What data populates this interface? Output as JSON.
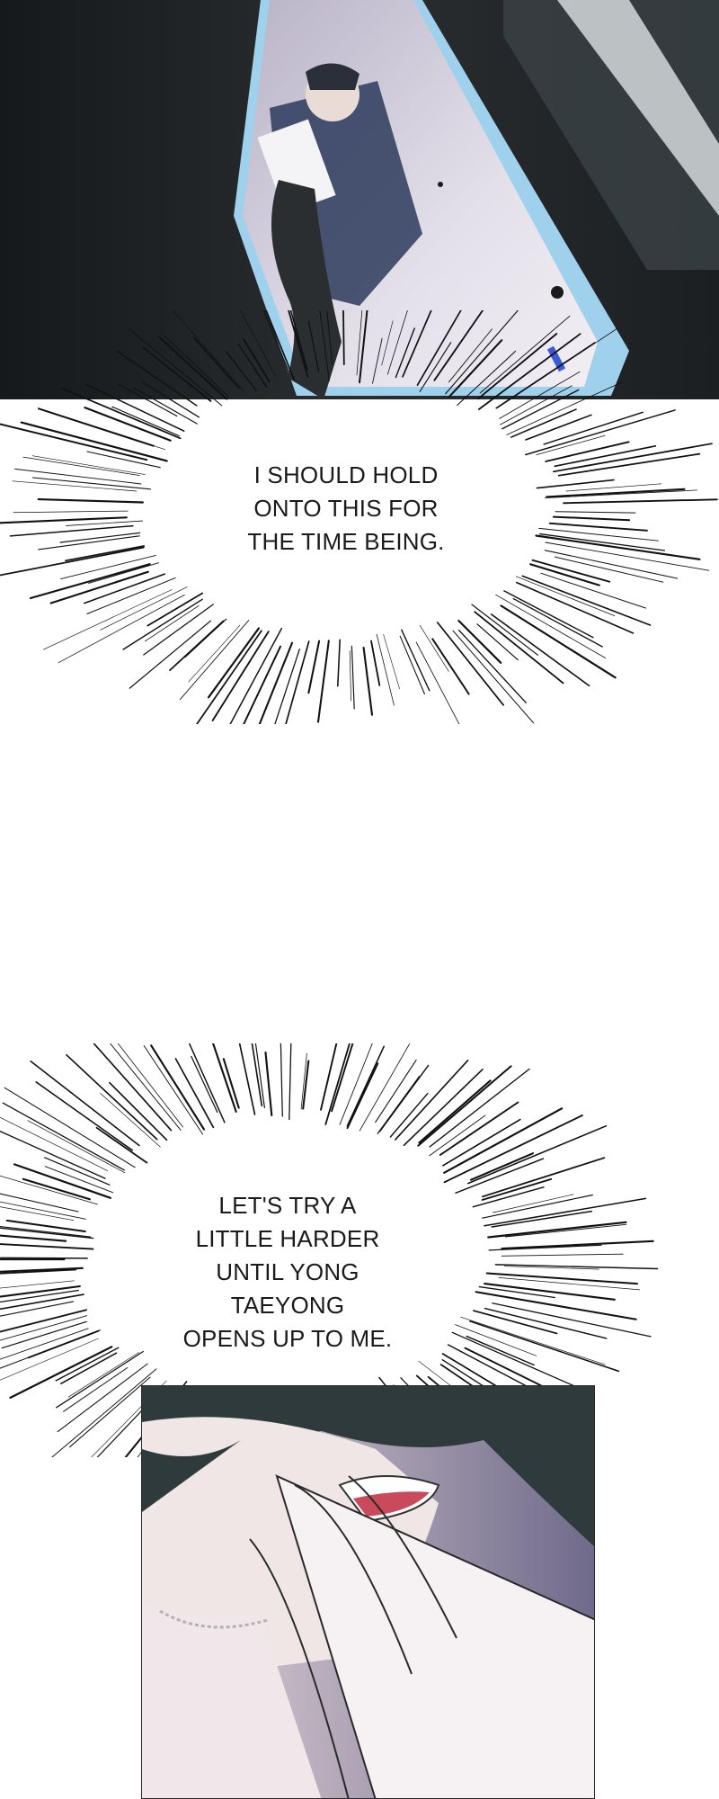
{
  "page": {
    "background": "#ffffff"
  },
  "panels": [
    {
      "name": "phone-closeup",
      "palette": {
        "bg": "#1f2224",
        "phone_frame": "#9fd0ec",
        "screen": "#d8d2e2"
      }
    },
    {
      "name": "smiling-face-closeup",
      "palette": {
        "bg": "#d9cfd4",
        "hair": "#2f3a3c",
        "skin": "#f1e6e6",
        "hand": "#f6f1f2"
      }
    }
  ],
  "bubbles": [
    {
      "name": "thought-bubble-1",
      "text": "I SHOULD HOLD\nONTO THIS FOR\nTHE TIME BEING."
    },
    {
      "name": "thought-bubble-2",
      "text": "LET'S TRY A\nLITTLE HARDER\nUNTIL YONG\nTAEYONG\nOPENS UP TO ME."
    }
  ]
}
